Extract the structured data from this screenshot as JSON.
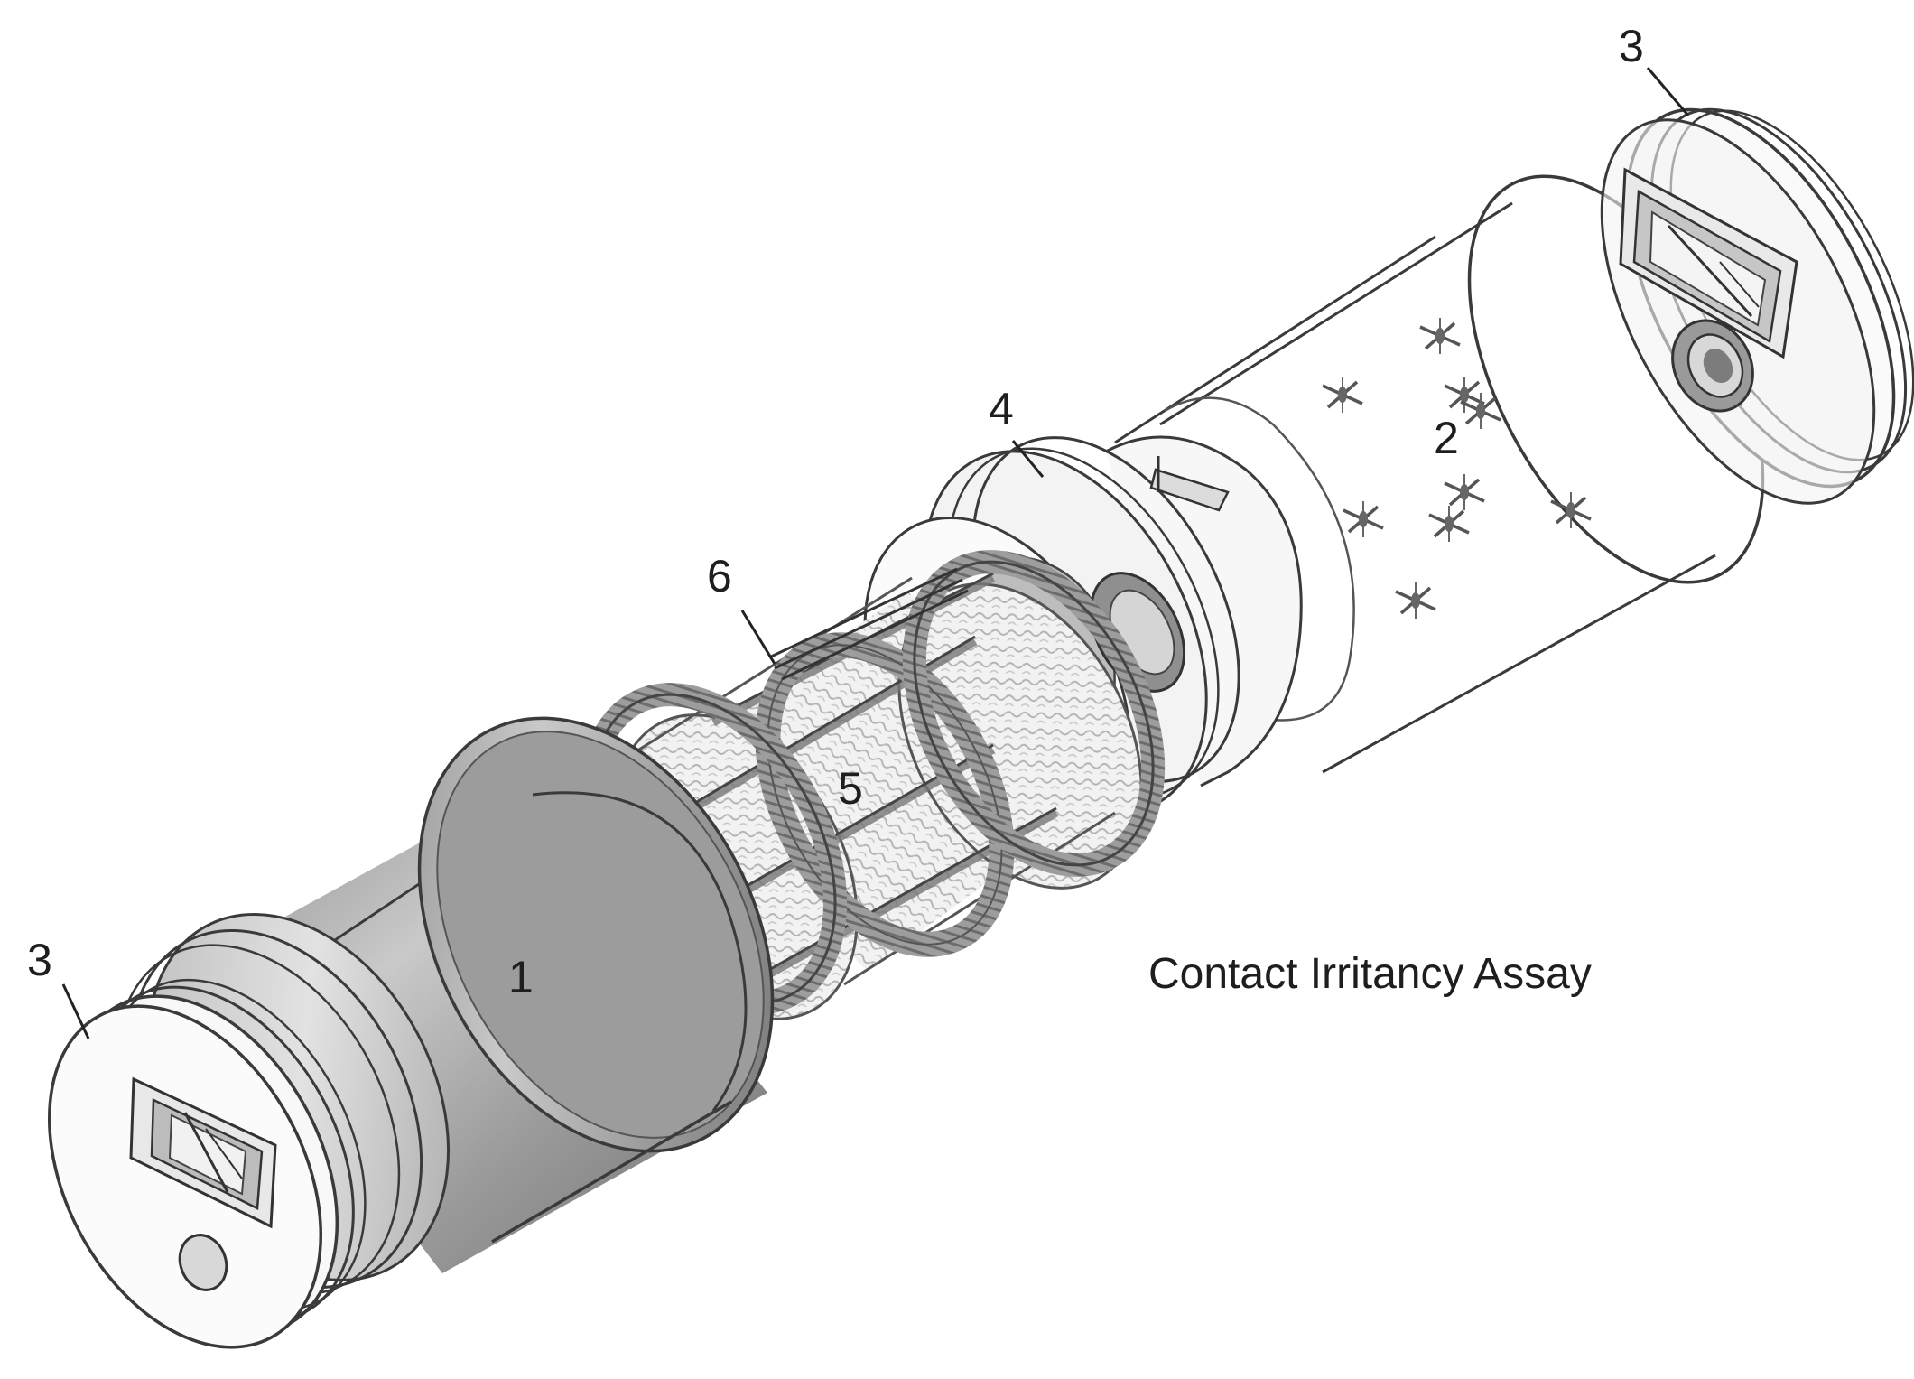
{
  "diagram": {
    "caption": "Contact Irritancy Assay",
    "labels": {
      "part_1": "1",
      "part_2": "2",
      "part_3_left": "3",
      "part_3_right": "3",
      "part_4": "4",
      "part_5": "5",
      "part_6": "6"
    },
    "colors": {
      "outline": "#3a3a3a",
      "grey_tube": "#a9a9a9",
      "mesh": "#8a8a8a",
      "cap": "#f6f6f6"
    }
  }
}
